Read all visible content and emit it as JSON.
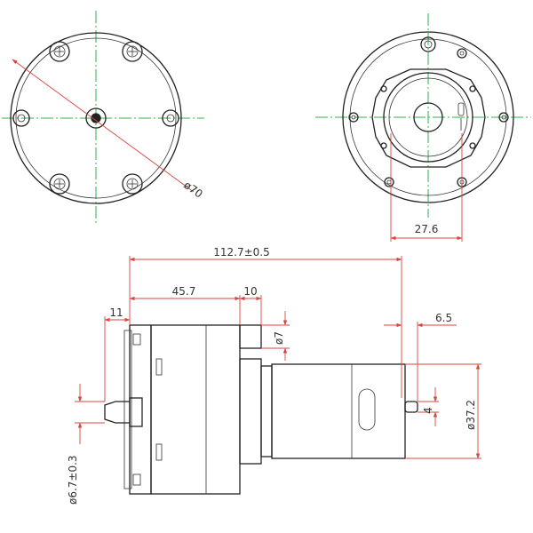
{
  "colors": {
    "outline": "#222222",
    "dimension": "#d9443f",
    "centerline": "#2bb34a",
    "background": "#ffffff"
  },
  "front_view": {
    "diameter_label": "ø70"
  },
  "rear_view": {
    "width_label": "27.6"
  },
  "side_view": {
    "overall_length_label": "112.7±0.5",
    "pump_head_length_label": "45.7",
    "flange_offset_label": "10",
    "port_length_label": "11",
    "shaft_boss_label": "ø7",
    "terminal_offset_label": "6.5",
    "motor_diameter_label": "ø37.2",
    "terminal_width_label": "4",
    "port_diameter_label": "ø6.7±0.3"
  }
}
